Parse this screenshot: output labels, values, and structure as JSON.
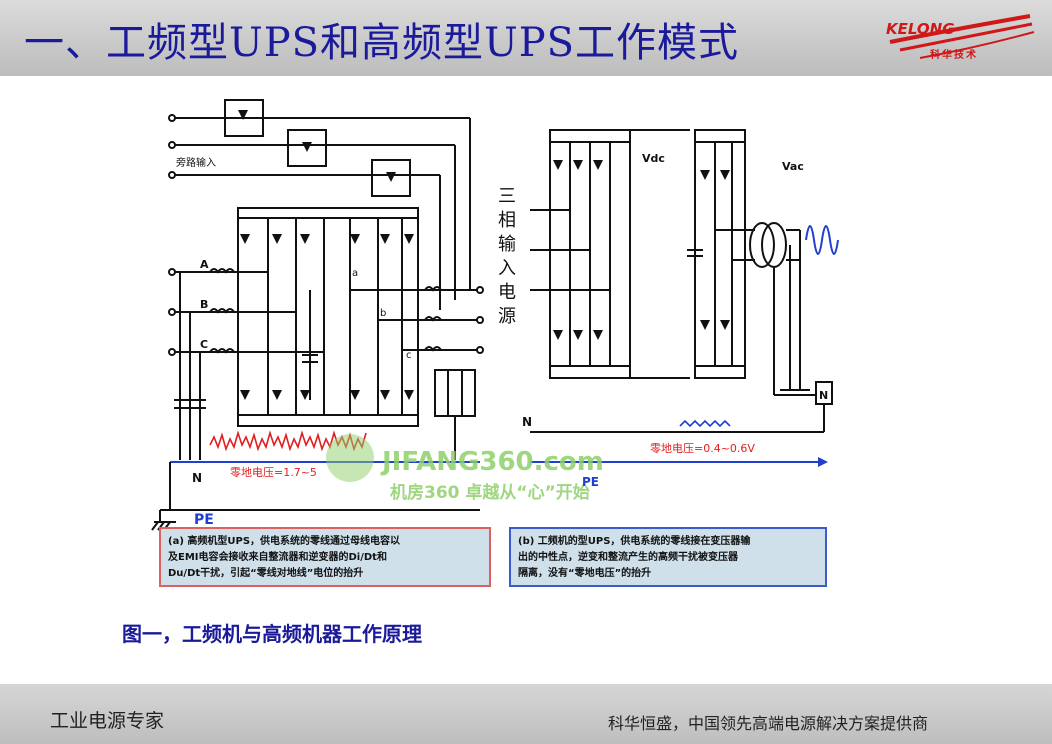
{
  "header": {
    "title": "一、工频型UPS和高频型UPS工作模式",
    "logo_text": "KELONG",
    "logo_sub": "科华技术"
  },
  "diagram": {
    "left": {
      "bypass_label": "旁路输入",
      "phase_a": "A",
      "phase_b": "B",
      "phase_c": "C",
      "node_a": "a",
      "node_b": "b",
      "node_c": "c",
      "neutral": "N",
      "pe": "PE",
      "zero_voltage": "零地电压=1.7~5",
      "note": [
        "(a) 高频机型UPS，供电系统的零线通过母线电容以",
        "及EMI电容会接收来自整流器和逆变器的Di/Dt和",
        "Du/Dt干扰，引起“零线对地线”电位的抬升"
      ]
    },
    "right": {
      "three_phase_input": [
        "三",
        "相",
        "输",
        "入",
        "电",
        "源"
      ],
      "vdc": "Vdc",
      "vac": "Vac",
      "neutral": "N",
      "n_box": "N",
      "zero_voltage": "零地电压=0.4~0.6V",
      "note": [
        "(b) 工频机的型UPS，供电系统的零线接在变压器输",
        "出的中性点，逆变和整流产生的高频干扰被变压器",
        "隔离，没有“零地电压”的抬升"
      ]
    },
    "watermark": {
      "brand": "JIFANG360.com",
      "slogan": "机房360  卓越从“心”开始"
    },
    "pe_mid": "PE"
  },
  "caption": "图一，工频机与高频机器工作原理",
  "footer": {
    "left": "工业电源专家",
    "right": "科华恒盛，中国领先高端电源解决方案提供商"
  },
  "colors": {
    "title": "#1a1a9a",
    "note_box_border_left": "#e06060",
    "note_box_border_right": "#3b5ccf",
    "note_box_fill": "#cfe0ea",
    "neutral_line": "#1f3fd0",
    "noise": "#e02020"
  }
}
